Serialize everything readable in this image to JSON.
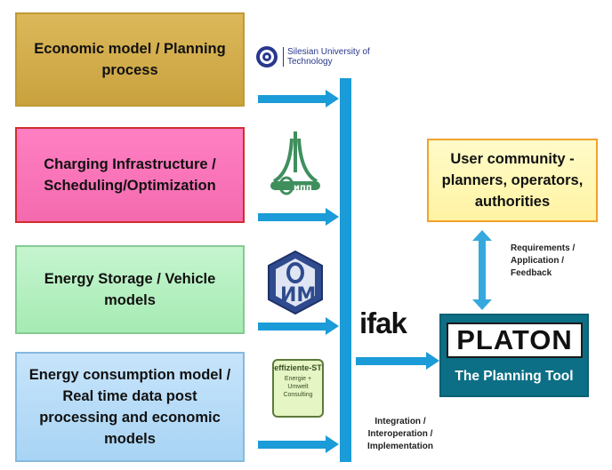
{
  "boxes": {
    "economic": "Economic model / Planning process",
    "charging": "Charging Infrastructure / Scheduling/Optimization",
    "storage": "Energy Storage / Vehicle models",
    "consumption": "Energy consumption model / Real time data post processing and economic models"
  },
  "user_box": "User community - planners, operators, authorities",
  "requirements_label": "Requirements / Application / Feedback",
  "integration_label": "Integration / Interoperation / Implementation",
  "platon": {
    "logo": "PLATON",
    "subtitle": "The Planning Tool"
  },
  "logos": {
    "silesian": "Silesian University of Technology",
    "ifak": "ifak",
    "effiziente_title": "effiziente-ST",
    "effiziente_sub": "Energie + Umwelt Consulting"
  },
  "colors": {
    "arrow": "#1b9bd7",
    "economic": "#d4b04c",
    "charging": "#f46aaf",
    "storage": "#a6ebb3",
    "consumption": "#a8d4f4",
    "user": "#fff3a3",
    "platon": "#0c6f85"
  }
}
